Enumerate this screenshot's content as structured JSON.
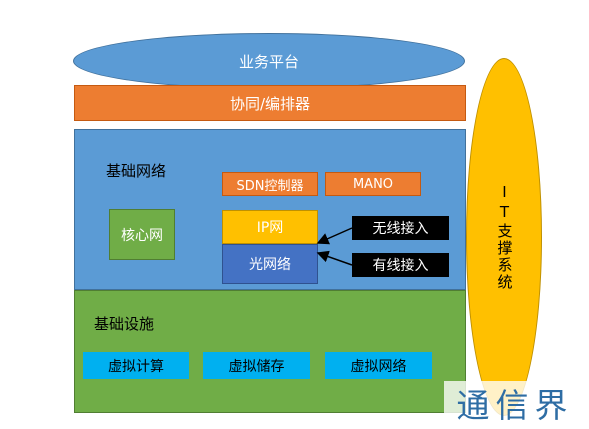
{
  "platform": {
    "label": "业务平台"
  },
  "orchestration": {
    "label": "协同/编排器"
  },
  "infra_network": {
    "title": "基础网络",
    "core": "核心网",
    "sdn": "SDN控制器",
    "mano": "MANO",
    "ip": "IP网",
    "optical": "光网络",
    "wireless": "无线接入",
    "wired": "有线接入"
  },
  "infra_facilities": {
    "title": "基础设施",
    "virtual_compute": "虚拟计算",
    "virtual_storage": "虚拟储存",
    "virtual_network": "虚拟网络"
  },
  "it_support": {
    "label": "IT支撑系统"
  },
  "watermark": {
    "text": "通信界"
  },
  "colors": {
    "blue": "#5b9bd5",
    "orange": "#ed7d31",
    "green": "#70ad47",
    "yellow": "#ffc000",
    "dark_blue": "#4472c4",
    "cyan": "#00b0f0",
    "black": "#000000"
  }
}
